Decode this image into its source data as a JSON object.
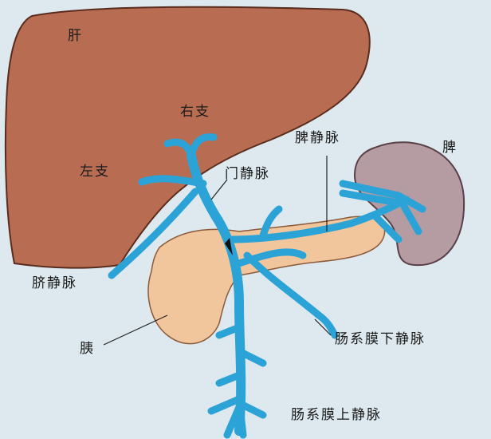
{
  "title": "门静脉系统示意图",
  "labels": {
    "liver": "肝",
    "right_branch": "右支",
    "left_branch": "左支",
    "portal_vein": "门静脉",
    "splenic_vein": "脾静脉",
    "spleen": "脾",
    "umbilical_vein": "脐静脉",
    "pancreas": "胰",
    "inferior_mesenteric_vein": "肠系膜下静脉",
    "superior_mesenteric_vein": "肠系膜上静脉"
  },
  "colors": {
    "background": "#dde9ee",
    "liver": "#b86d52",
    "spleen": "#b59ca3",
    "pancreas": "#f2c69c",
    "vein": "#2ba3d6"
  }
}
